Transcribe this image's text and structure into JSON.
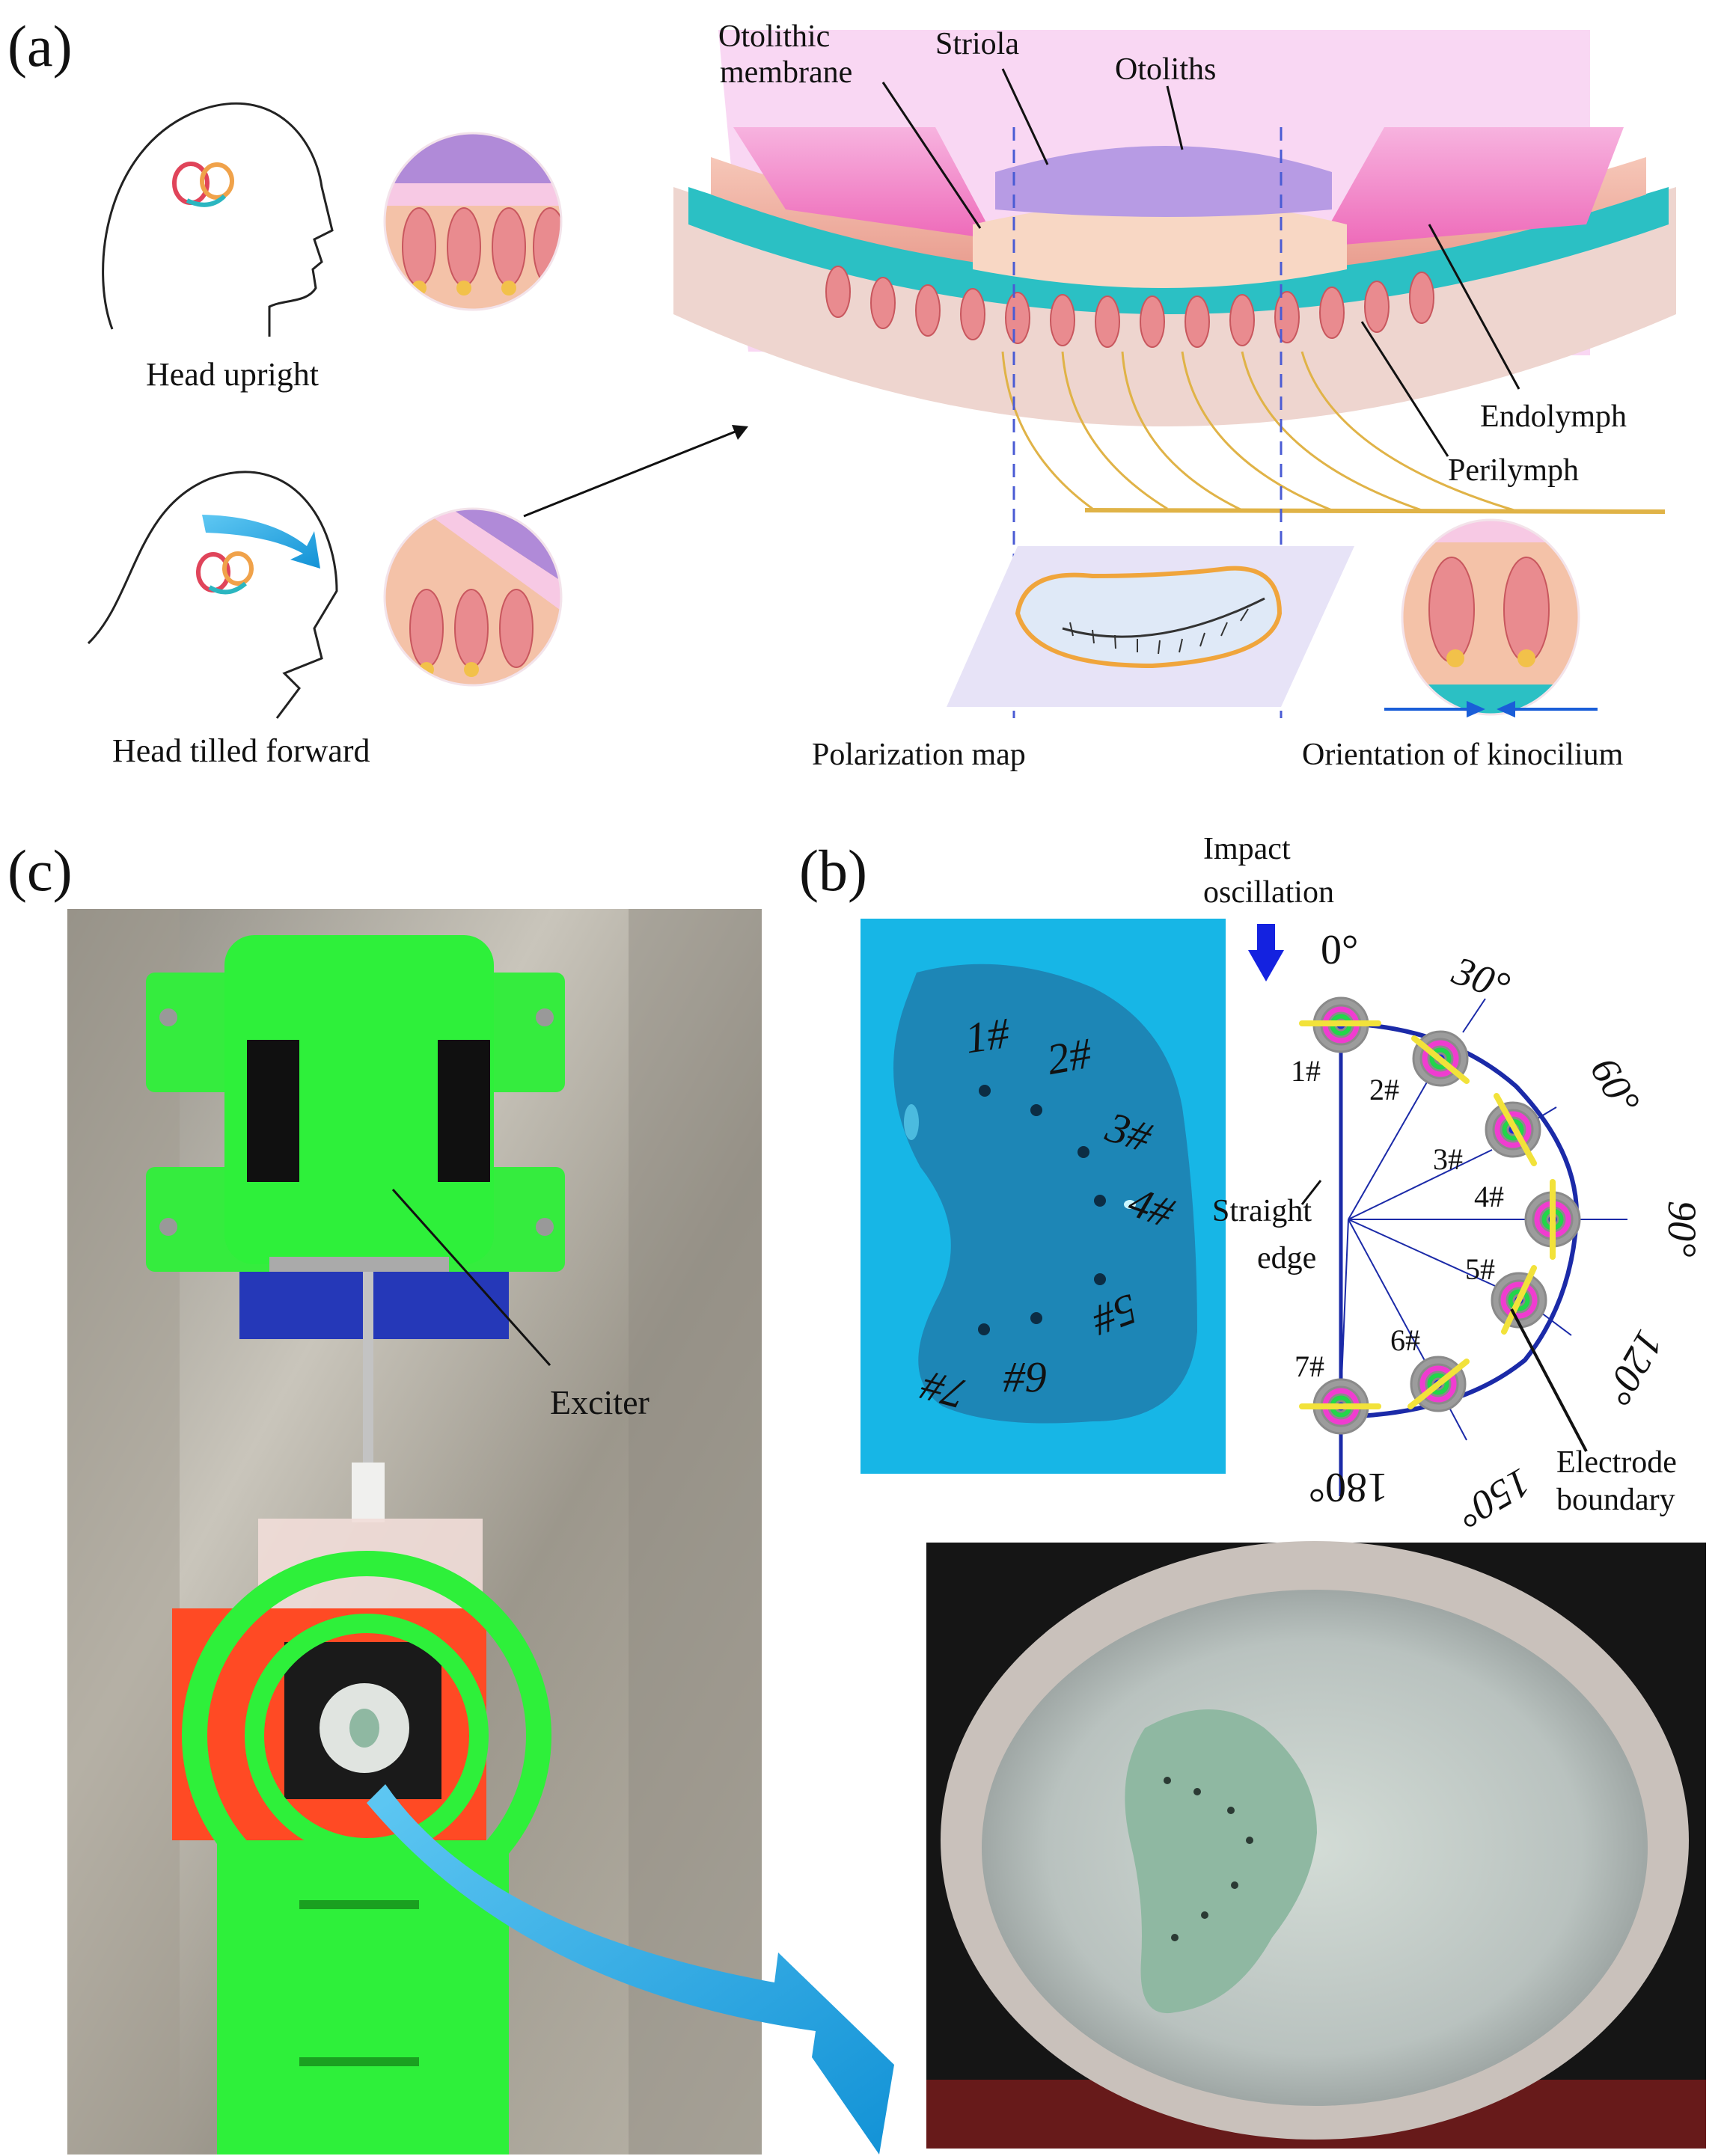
{
  "panel_a": {
    "letter": "(a)",
    "head_upright": "Head upright",
    "head_tilted": "Head tilled forward",
    "otolithic_1": "Otolithic",
    "otolithic_2": "membrane",
    "striola": "Striola",
    "otoliths": "Otoliths",
    "endolymph": "Endolymph",
    "perilymph": "Perilymph",
    "polarization_map": "Polarization map",
    "orientation": "Orientation of kinocilium"
  },
  "panel_b": {
    "letter": "(b)",
    "impact_1": "Impact",
    "impact_2": "oscillation",
    "photo_labels": [
      "1#",
      "2#",
      "3#",
      "4#",
      "5#",
      "6#",
      "7#"
    ],
    "electrode_labels": [
      "1#",
      "2#",
      "3#",
      "4#",
      "5#",
      "6#",
      "7#"
    ],
    "angles": [
      "0°",
      "30°",
      "60°",
      "90°",
      "120°",
      "150°",
      "180°"
    ],
    "straight_1": "Straight",
    "straight_2": "edge",
    "boundary_1": "Electrode",
    "boundary_2": "boundary"
  },
  "panel_c": {
    "letter": "(c)",
    "exciter": "Exciter"
  },
  "colors": {
    "pink": "#f07ec3",
    "teal": "#2bc0c4",
    "green_print": "#2ef03a",
    "photo_blue": "#17b6e6",
    "arrow_blue": "#1aa9e8",
    "electrode_navy": "#1b2aa8"
  }
}
